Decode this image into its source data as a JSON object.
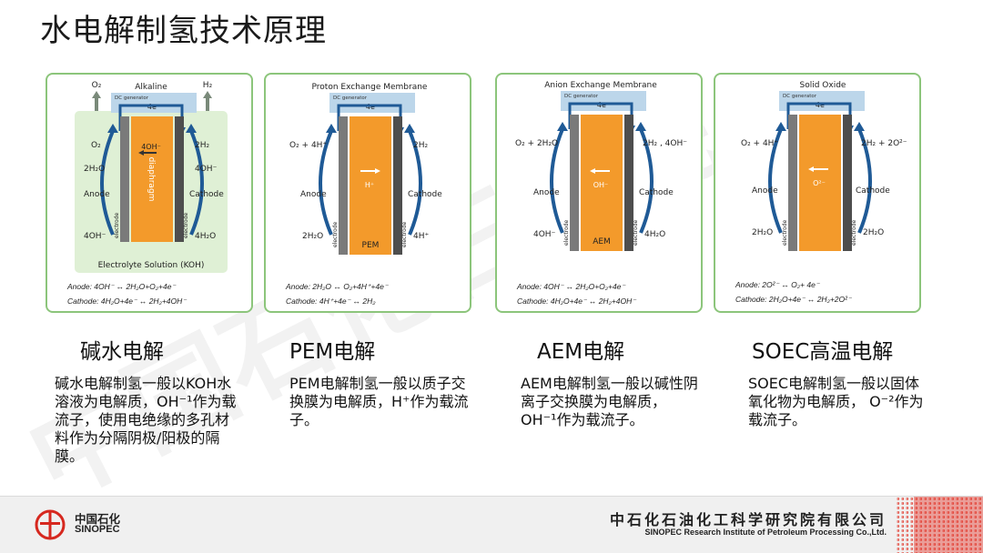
{
  "title": "水电解制氢技术原理",
  "watermark": "中国石化石科院",
  "colors": {
    "panel_border": "#8cc57b",
    "membrane": "#f39a2b",
    "arrow": "#1f5a96",
    "generator": "#bcd6ea",
    "electrode": "#7a7a7a",
    "electrolyte_bg": "#dff0d5"
  },
  "panels": [
    {
      "title": "Alkaline",
      "generator": "DC generator",
      "electrons": "4e⁻",
      "top_left": "O₂",
      "top_right": "H₂",
      "left_top": "O₂",
      "left_mid": "2H₂O",
      "left_label": "Anode",
      "left_bottom": "4OH⁻",
      "right_top": "2H₂",
      "right_mid": "4OH⁻",
      "right_label": "Cathode",
      "right_bottom": "4H₂O",
      "ion": "4OH⁻",
      "membrane_label": "diaphragm",
      "electrode": "electrode",
      "bottom_label": "Electrolyte Solution (KOH)",
      "anode_eq": "Anode: 4OH⁻ ↔ 2H₂O+O₂+4e⁻",
      "cathode_eq": "Cathode: 4H₂O+4e⁻ ↔ 2H₂+4OH⁻"
    },
    {
      "title": "Proton Exchange Membrane",
      "generator": "DC generator",
      "electrons": "4e⁻",
      "left_top": "O₂ + 4H⁺",
      "left_label": "Anode",
      "left_bottom": "2H₂O",
      "right_top": "2H₂",
      "right_label": "Cathode",
      "right_bottom": "4H⁺",
      "ion": "H⁺",
      "membrane_label": "PEM",
      "electrode": "electrode",
      "anode_eq": "Anode: 2H₂O ↔ O₂+4H⁺+4e⁻",
      "cathode_eq": "Cathode: 4H⁺+4e⁻ ↔ 2H₂"
    },
    {
      "title": "Anion Exchange Membrane",
      "generator": "DC generator",
      "electrons": "4e⁻",
      "left_top": "O₂ + 2H₂O",
      "left_label": "Anode",
      "left_bottom": "4OH⁻",
      "right_top": "2H₂ , 4OH⁻",
      "right_label": "Cathode",
      "right_bottom": "4H₂O",
      "ion": "OH⁻",
      "membrane_label": "AEM",
      "electrode": "electrode",
      "anode_eq": "Anode: 4OH⁻ ↔ 2H₂O+O₂+4e⁻",
      "cathode_eq": "Cathode: 4H₂O+4e⁻ ↔ 2H₂+4OH⁻"
    },
    {
      "title": "Solid Oxide",
      "generator": "DC generator",
      "electrons": "4e⁻",
      "left_top": "O₂ + 4H⁺",
      "left_label": "Anode",
      "left_bottom": "2H₂O",
      "right_top": "2H₂ + 2O²⁻",
      "right_label": "Cathode",
      "right_bottom": "2H₂O",
      "ion": "O²⁻",
      "membrane_label": "",
      "electrode": "electrode",
      "anode_eq": "Anode: 2O²⁻ ↔ O₂+ 4e⁻",
      "cathode_eq": "Cathode: 2H₂O+4e⁻ ↔ 2H₂+2O²⁻"
    }
  ],
  "sections": [
    {
      "heading": "碱水电解",
      "desc": "碱水电解制氢一般以KOH水溶液为电解质，OH⁻¹作为载流子，使用电绝缘的多孔材料作为分隔阴极/阳极的隔膜。"
    },
    {
      "heading": "PEM电解",
      "desc": "PEM电解制氢一般以质子交换膜为电解质，H⁺作为载流子。"
    },
    {
      "heading": "AEM电解",
      "desc": "AEM电解制氢一般以碱性阴离子交换膜为电解质， OH⁻¹作为载流子。"
    },
    {
      "heading": "SOEC高温电解",
      "desc": "SOEC电解制氢一般以固体氧化物为电解质， O⁻²作为载流子。"
    }
  ],
  "footer": {
    "logo_cn": "中国石化",
    "logo_en": "SINOPEC",
    "institute_cn": "中石化石油化工科学研究院有限公司",
    "institute_en": "SINOPEC Research Institute of Petroleum Processing Co.,Ltd."
  }
}
